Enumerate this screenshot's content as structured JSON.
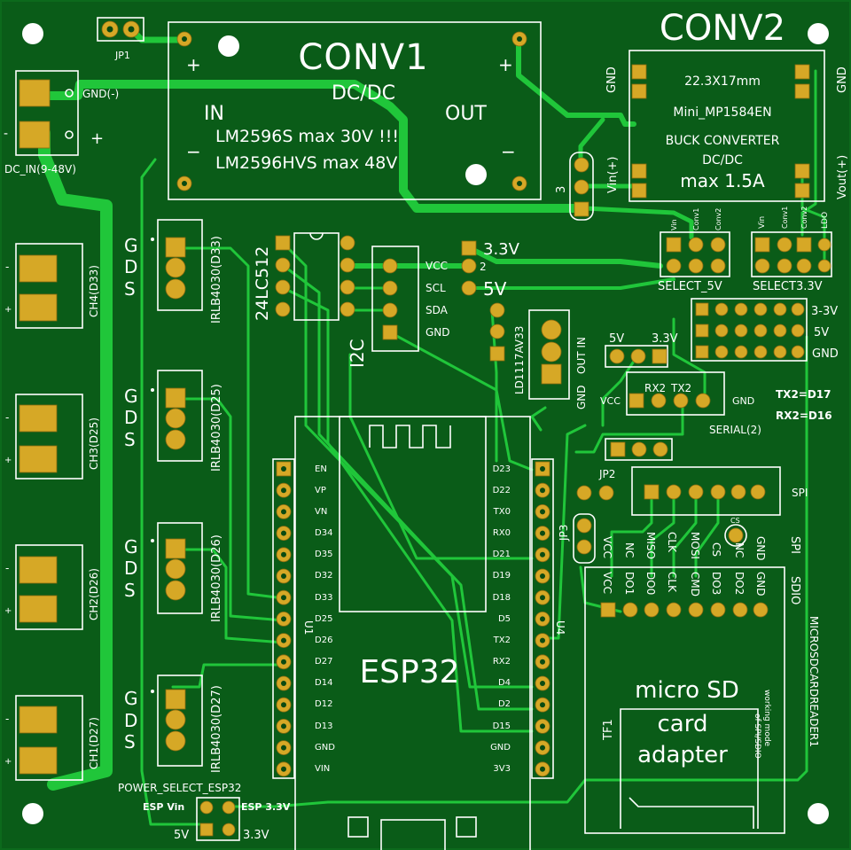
{
  "colors": {
    "board": "#0a5c18",
    "trace": "#20c63a",
    "pad": "#d6a826",
    "silkscreen": "#ffffff"
  },
  "conv1": {
    "title": "CONV1",
    "subtitle": "DC/DC",
    "in_label": "IN",
    "out_label": "OUT",
    "line1": "LM2596S max 30V !!!",
    "line2": "LM2596HVS max 48V",
    "plus": "+",
    "minus": "−"
  },
  "conv2": {
    "title": "CONV2",
    "size": "22.3X17mm",
    "model": "Mini_MP1584EN",
    "type": "BUCK CONVERTER",
    "dcdc": "DC/DC",
    "max": "max 1.5A",
    "gnd": "GND",
    "vin": "Vin(+)",
    "vout": "Vout(+)"
  },
  "jp1": "JP1",
  "dc_in": {
    "gnd": "GND(-)",
    "plus": "+",
    "minus": "-",
    "label": "DC_IN(9-48V)"
  },
  "channels": [
    {
      "label": "CH4(D33)",
      "plus": "+",
      "minus": "-"
    },
    {
      "label": "CH3(D25)",
      "plus": "+",
      "minus": "-"
    },
    {
      "label": "CH2(D26)",
      "plus": "+",
      "minus": "-"
    },
    {
      "label": "CH1(D27)",
      "plus": "+",
      "minus": "-"
    }
  ],
  "mosfets": [
    {
      "label": "IRLB4030(D33)",
      "g": "G",
      "d": "D",
      "s": "S"
    },
    {
      "label": "IRLB4030(D25)",
      "g": "G",
      "d": "D",
      "s": "S"
    },
    {
      "label": "IRLB4030(D26)",
      "g": "G",
      "d": "D",
      "s": "S"
    },
    {
      "label": "IRLB4030(D27)",
      "g": "G",
      "d": "D",
      "s": "S"
    }
  ],
  "eeprom": "24LC512",
  "i2c": {
    "label": "I2C",
    "pins": [
      "VCC",
      "SCL",
      "SDA",
      "GND"
    ],
    "v33": "3.3V",
    "v5": "5V",
    "n2": "2"
  },
  "ldo": {
    "label": "LD1117AV33",
    "out_in": "OUT IN",
    "gnd": "GND"
  },
  "sel5": {
    "label": "SELECT_5V",
    "pins": [
      "Vin",
      "Conv1",
      "Conv2"
    ]
  },
  "sel33": {
    "label": "SELECT3.3V",
    "pins": [
      "Vin",
      "Conv1",
      "Conv2",
      "LDO"
    ]
  },
  "rails": [
    "3-3V",
    "5V",
    "GND"
  ],
  "serial": {
    "label": "SERIAL(2)",
    "v5": "5V",
    "v33": "3.3V",
    "vcc": "VCC",
    "rx2": "RX2",
    "tx2": "TX2",
    "gnd": "GND",
    "note1": "TX2=D17",
    "note2": "RX2=D16"
  },
  "jp2": "JP2",
  "jp3": "JP3",
  "spi": {
    "label": "SPI",
    "cs": "CS"
  },
  "spi_sdio": {
    "spi": "SPI",
    "sdio": "SDIO"
  },
  "sd": {
    "col1": [
      "VCC",
      "NC",
      "MISO",
      "CLK",
      "MOSI",
      "CS",
      "NC",
      "GND"
    ],
    "col2": [
      "VCC",
      "DO1",
      "DO0",
      "CLK",
      "CMD",
      "DO3",
      "DO2",
      "GND"
    ],
    "title": "micro SD",
    "card": "card",
    "adapter": "adapter",
    "mode1": "working mode",
    "mode2": "of SPI/SDIO",
    "tf1": "TF1",
    "ref": "MICROSDCARDREADER1"
  },
  "esp32": {
    "title": "ESP32",
    "u1": "U1",
    "u4": "U4",
    "left_pins": [
      "EN",
      "VP",
      "VN",
      "D34",
      "D35",
      "D32",
      "D33",
      "D25",
      "D26",
      "D27",
      "D14",
      "D12",
      "D13",
      "GND",
      "VIN"
    ],
    "right_pins": [
      "D23",
      "D22",
      "TX0",
      "RX0",
      "D21",
      "D19",
      "D18",
      "D5",
      "TX2",
      "RX2",
      "D4",
      "D2",
      "D15",
      "GND",
      "3V3"
    ]
  },
  "power_select": {
    "label": "POWER_SELECT_ESP32",
    "esp_vin": "ESP Vin",
    "esp_33": "ESP 3.3V",
    "v5": "5V",
    "v33": "3.3V"
  },
  "num3": "3"
}
